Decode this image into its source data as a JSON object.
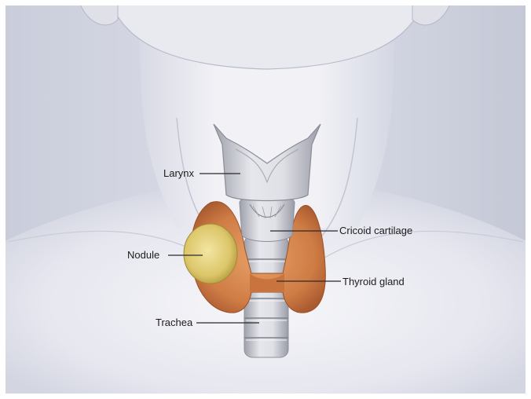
{
  "diagram": {
    "labels": {
      "larynx": "Larynx",
      "cricoid": "Cricoid cartilage",
      "nodule": "Nodule",
      "thyroid": "Thyroid gland",
      "trachea": "Trachea"
    }
  }
}
